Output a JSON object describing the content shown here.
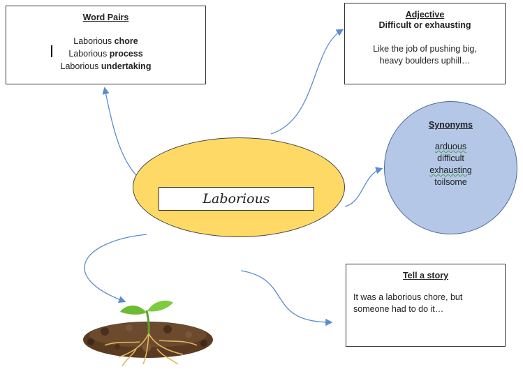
{
  "center": {
    "word": "Laborious"
  },
  "word_pairs": {
    "title": "Word Pairs",
    "pairs": [
      {
        "base": "Laborious",
        "partner": "chore"
      },
      {
        "base": "Laborious",
        "partner": "process"
      },
      {
        "base": "Laborious",
        "partner": "undertaking"
      }
    ]
  },
  "adjective": {
    "title": "Adjective",
    "definition": "Difficult or exhausting",
    "description_line1": "Like the job of pushing big,",
    "description_line2": "heavy boulders uphill…"
  },
  "synonyms": {
    "title": "Synonyms",
    "items": [
      "arduous",
      "difficult",
      "exhausting",
      "toilsome"
    ]
  },
  "story": {
    "title": "Tell a story",
    "line1": "It was a laborious chore, but",
    "line2": "someone had to do it…"
  },
  "colors": {
    "center_fill": "#ffd966",
    "synonyms_fill": "#b4c7e7",
    "connector": "#5b8bd0"
  },
  "icons": {
    "illustration": "sprout-with-roots-icon"
  }
}
